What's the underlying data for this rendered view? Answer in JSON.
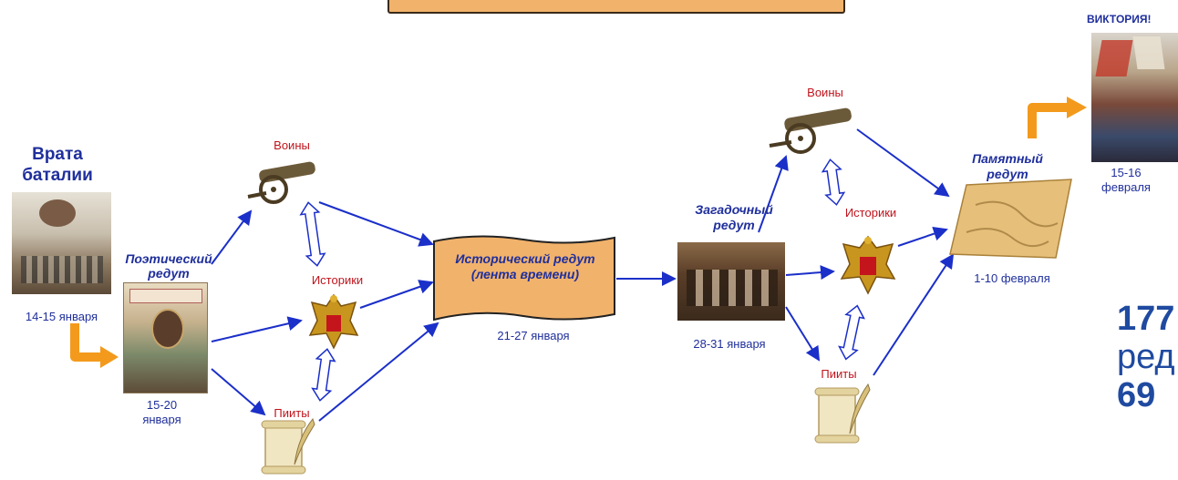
{
  "nodes": {
    "gates_title": "Врата баталии",
    "gates_date": "14-15 января",
    "poetic_title": "Поэтический редут",
    "poetic_date": "15-20 января",
    "warriors_1": "Воины",
    "historians_1": "Историки",
    "poets_1": "Пииты",
    "historical_title": "Исторический редут (лента времени)",
    "historical_date": "21-27 января",
    "riddle_title": "Загадочный редут",
    "riddle_date": "28-31 января",
    "warriors_2": "Воины",
    "historians_2": "Историки",
    "poets_2": "Пииты",
    "memorial_title": "Памятный редут",
    "memorial_date": "1-10 февраля",
    "victory_title": "ВИКТОРИЯ!",
    "victory_date": "15-16 февраля"
  },
  "side_text": {
    "line1": "177",
    "line2": "ред",
    "line3": "69"
  },
  "colors": {
    "arrow_blue": "#1b2fc9",
    "orange": "#f39a1c",
    "banner_fill": "#f1b26b",
    "text_blue": "#1f2f9c",
    "text_red": "#c0141c"
  }
}
